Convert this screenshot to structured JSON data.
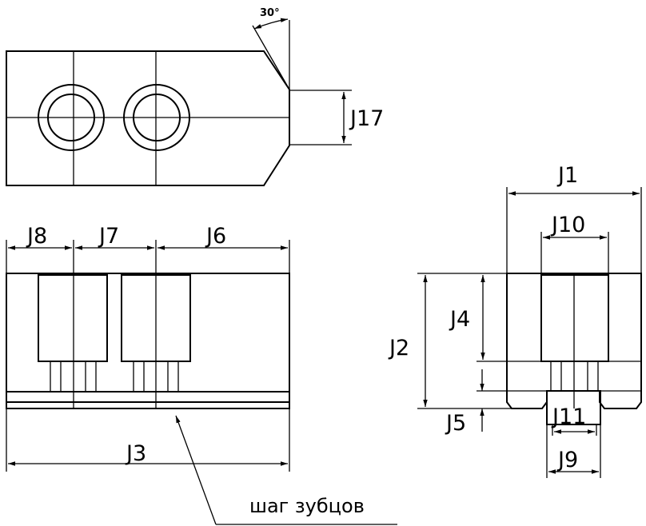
{
  "angle_label": "30°",
  "dimensions": {
    "j1": "J1",
    "j2": "J2",
    "j3": "J3",
    "j4": "J4",
    "j5": "J5",
    "j6": "J6",
    "j7": "J7",
    "j8": "J8",
    "j9": "J9",
    "j10": "J10",
    "j11": "J11",
    "j17": "J17"
  },
  "note": "шаг зубцов"
}
